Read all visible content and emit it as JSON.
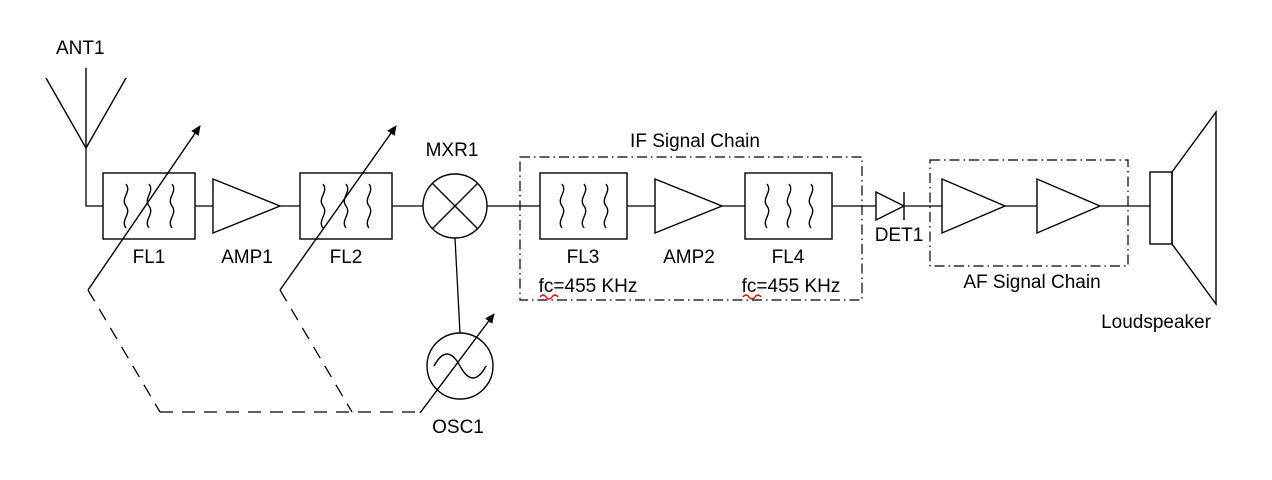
{
  "labels": {
    "ant1": "ANT1",
    "fl1": "FL1",
    "amp1": "AMP1",
    "fl2": "FL2",
    "mxr1": "MXR1",
    "if_chain": "IF Signal Chain",
    "fl3": "FL3",
    "amp2": "AMP2",
    "fl4": "FL4",
    "fl3_fc": "fc=455 KHz",
    "fl4_fc": "fc=455 KHz",
    "det1": "DET1",
    "af_chain": "AF Signal Chain",
    "loudspeaker": "Loudspeaker",
    "osc1": "OSC1"
  },
  "colors": {
    "line": "#000000",
    "background": "#ffffff",
    "spellcheck_underline": "#ff0000"
  }
}
